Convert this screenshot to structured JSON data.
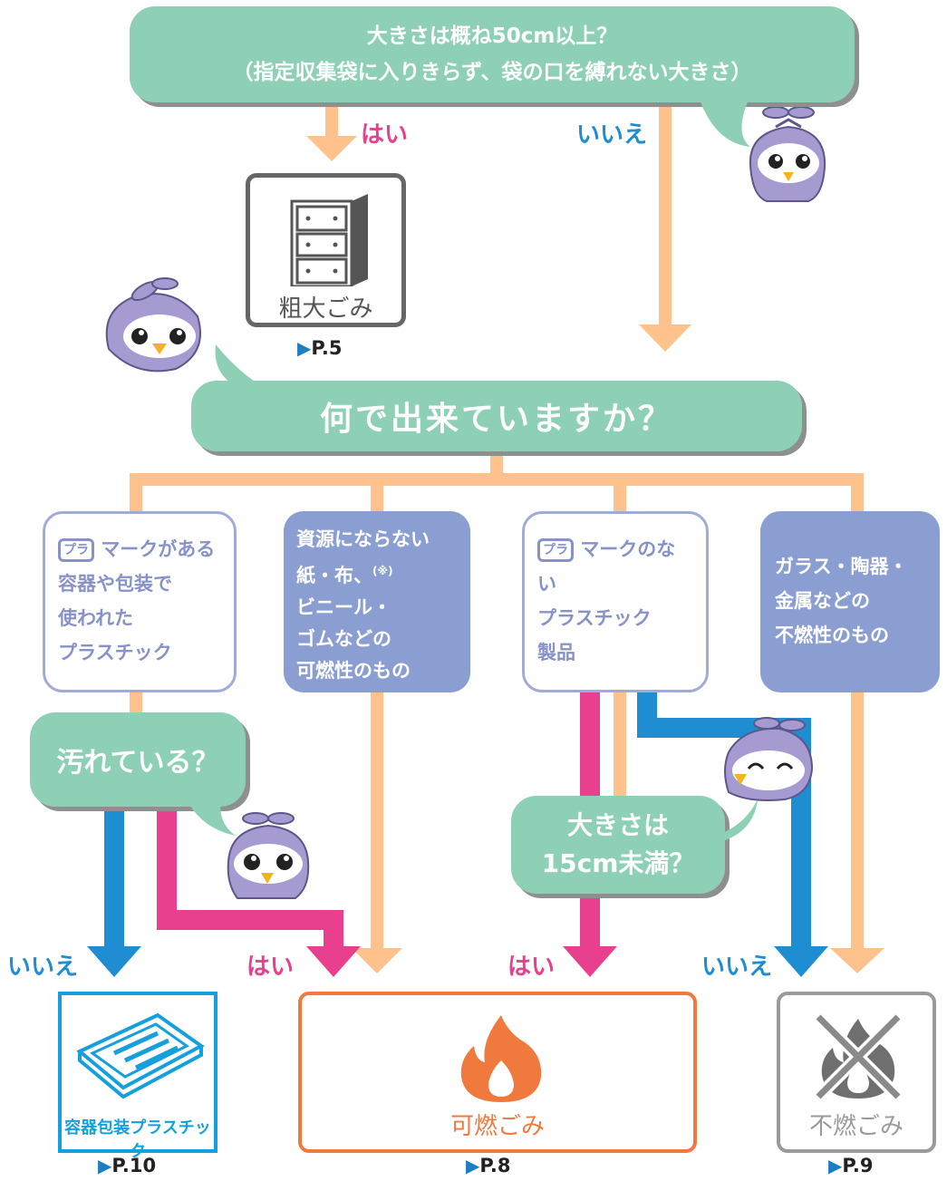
{
  "top_question": {
    "line1": "大きさは概ね50cm以上？",
    "line2": "（指定収集袋に入りきらず、袋の口を縛れない大きさ）"
  },
  "middle_question": "何で出来ていますか？",
  "dirty_question": "汚れている？",
  "size_question": {
    "line1": "大きさは",
    "line2": "15cm未満？"
  },
  "answers": {
    "yes": "はい",
    "no": "いいえ"
  },
  "oversize": {
    "label": "粗大ごみ",
    "ref": "P.5"
  },
  "categories": {
    "cat1": {
      "mark": "プラ",
      "line1": "マークがある",
      "line2": "容器や包装で",
      "line3": "使われた",
      "line4": "プラスチック"
    },
    "cat2": {
      "line1": "資源にならない",
      "line2": "紙・布、",
      "note": "(※)",
      "line3": "ビニール・",
      "line4": "ゴムなどの",
      "line5": "可燃性のもの"
    },
    "cat3": {
      "mark": "プラ",
      "line1": "マークのない",
      "line2": "プラスチック",
      "line3": "製品"
    },
    "cat4": {
      "line1": "ガラス・陶器・",
      "line2": "金属などの",
      "line3": "不燃性のもの"
    }
  },
  "destinations": {
    "plastic": {
      "label": "容器包装プラスチック",
      "ref": "P.10"
    },
    "burnable": {
      "label": "可燃ごみ",
      "ref": "P.8"
    },
    "nonburnable": {
      "label": "不燃ごみ",
      "ref": "P.9"
    }
  },
  "colors": {
    "bubble": "#8ed0b5",
    "arrow": "#ffc28c",
    "yes": "#e8408f",
    "no": "#1e8dd2",
    "category_fill": "#8b9ed1",
    "burnable": "#f07a3e",
    "plastic": "#14a0dc",
    "nonburnable": "#9a9a9a"
  },
  "icons": [
    "chest-of-drawers-icon",
    "fire-icon",
    "crossed-fire-icon",
    "plastic-tray-icon",
    "recycle-pla-mark-icon",
    "mascot-character-icon"
  ]
}
